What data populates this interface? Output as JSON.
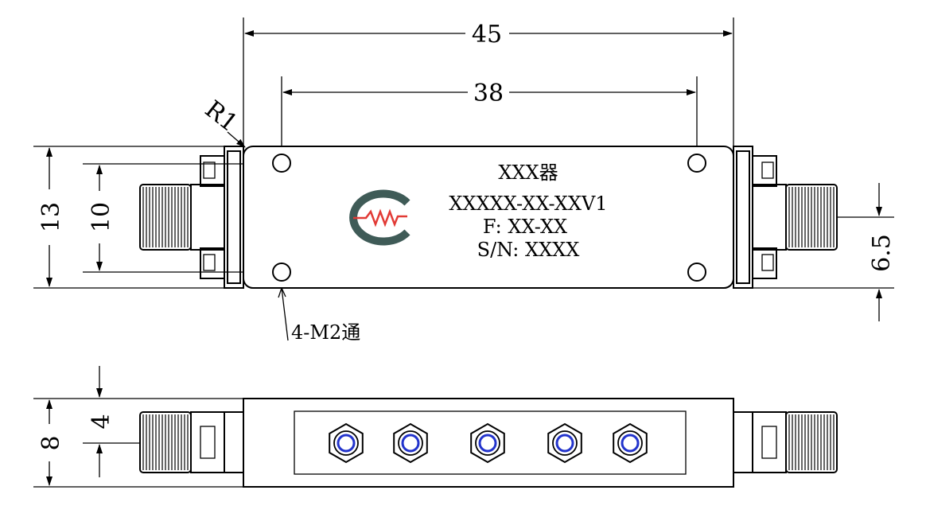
{
  "colors": {
    "line": "#000000",
    "logo_gray": "#3f5b57",
    "logo_red": "#e23a35",
    "port_blue": "#2233cc"
  },
  "icons": {
    "logo": "company-logo-icon",
    "connector": "sma-connector-icon",
    "tuning_port": "tuning-screw-icon"
  },
  "dimensions": {
    "width_overall": "45",
    "hole_spacing": "38",
    "corner_radius": "R1",
    "height_overall": "13",
    "hole_spacing_vertical": "10",
    "connector_offset": "6.5",
    "side_height": "8",
    "side_connector_offset": "4",
    "mounting_holes": "4-M2通"
  },
  "label": {
    "line1": "XXX器",
    "line2": "XXXXX-XX-XXV1",
    "line3": "F: XX-XX",
    "line4": "S/N: XXXX"
  }
}
